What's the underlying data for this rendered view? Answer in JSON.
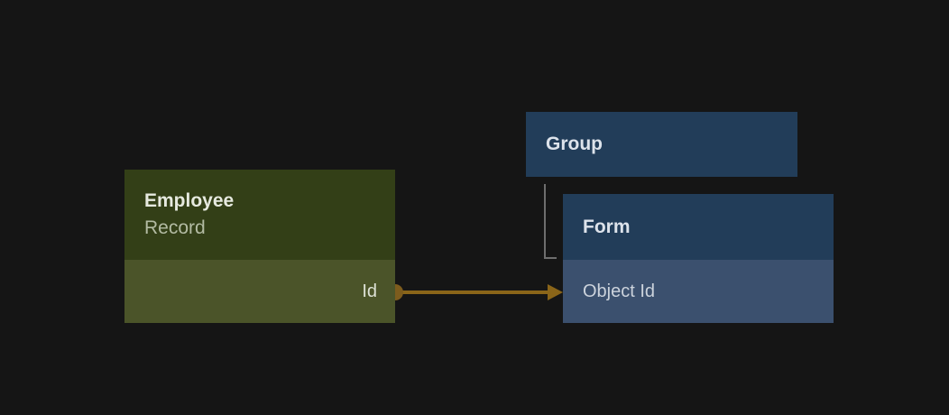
{
  "canvas": {
    "background_color": "#151515"
  },
  "nodes": {
    "employee_record": {
      "title": "Employee",
      "subtitle": "Record",
      "header_color": "#333f17",
      "body_color": "#4b5429",
      "fields": [
        {
          "label": "Id"
        }
      ]
    },
    "group": {
      "title": "Group",
      "header_color": "#223d59"
    },
    "form": {
      "title": "Form",
      "header_color": "#223d59",
      "body_color": "#3b506e",
      "fields": [
        {
          "label": "Object Id"
        }
      ]
    }
  },
  "connections": [
    {
      "type": "arrow",
      "from_node": "Employee Record",
      "from_field": "Id",
      "to_node": "Form",
      "to_field": "Object Id",
      "color": "#8a6519"
    },
    {
      "type": "elbow-line",
      "from_node": "Group",
      "to_node": "Form",
      "color": "#6e6e6e"
    }
  ]
}
